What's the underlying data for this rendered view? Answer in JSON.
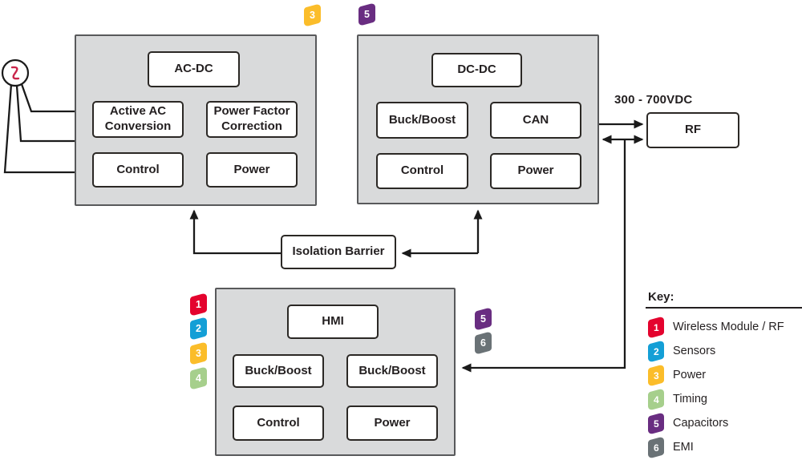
{
  "blocks": {
    "acdc": {
      "title": "AC-DC",
      "cells": [
        "Active AC Conversion",
        "Power Factor Correction",
        "Control",
        "Power"
      ],
      "badge": "3"
    },
    "dcdc": {
      "title": "DC-DC",
      "cells": [
        "Buck/Boost",
        "CAN",
        "Control",
        "Power"
      ],
      "badge": "5"
    },
    "hmi": {
      "title": "HMI",
      "cells": [
        "Buck/Boost",
        "Buck/Boost",
        "Control",
        "Power"
      ],
      "badges_left": [
        "1",
        "2",
        "3",
        "4"
      ],
      "badges_right": [
        "5",
        "6"
      ]
    }
  },
  "isolation_barrier": {
    "label": "Isolation Barrier"
  },
  "rf": {
    "label": "RF",
    "voltage_label": "300 - 700VDC"
  },
  "badge_colors": {
    "1": "#e4032e",
    "2": "#149fd6",
    "3": "#fbbd2a",
    "4": "#a6cf8c",
    "5": "#692d81",
    "6": "#6a7276"
  },
  "key": {
    "title": "Key:",
    "items": [
      {
        "num": "1",
        "color": "#e4032e",
        "label": "Wireless Module / RF"
      },
      {
        "num": "2",
        "color": "#149fd6",
        "label": "Sensors"
      },
      {
        "num": "3",
        "color": "#fbbd2a",
        "label": "Power"
      },
      {
        "num": "4",
        "color": "#a6cf8c",
        "label": "Timing"
      },
      {
        "num": "5",
        "color": "#692d81",
        "label": "Capacitors"
      },
      {
        "num": "6",
        "color": "#6a7276",
        "label": "EMI"
      }
    ]
  }
}
